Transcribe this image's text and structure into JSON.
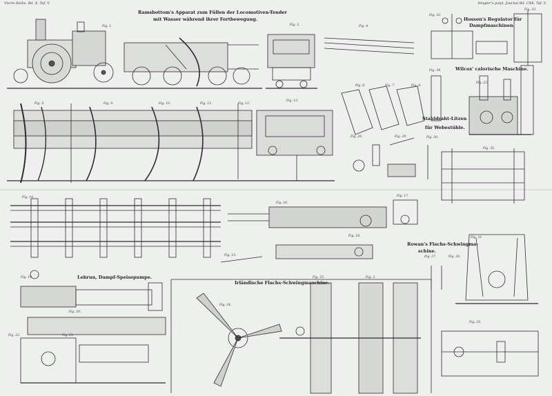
{
  "header": {
    "left": "Vierte Reihe. Bd. X. Taf. V.",
    "right": "Dingler's polyt. Journal Bd. CXX. Taf. V."
  },
  "titles": {
    "ramsbottom_line1": "Ramsbottom's Apparat zum Füllen der Locomotiven-Tender",
    "ramsbottom_line2": "mit Wasser während ihrer Fortbewegung.",
    "hosson_line1": "Hosson's Regulator für",
    "hosson_line2": "Dampfmaschinen.",
    "wilcox": "Wilcox' calorische Maschine.",
    "stahldraht_line1": "Stahldraht-Litzen",
    "stahldraht_line2": "für Webestühle.",
    "rowan_line1": "Rowan's Flachs-Schwingma-",
    "rowan_line2": "schine.",
    "lehrun": "Lehrun, Dampf-Speisepumpe.",
    "irland": "Irländische Flachs-Schwingmaschine."
  },
  "figures": {
    "f1": "Fig. 1.",
    "f2": "Fig. 2.",
    "f3": "Fig. 3.",
    "f4": "Fig. 4.",
    "f5": "Fig. 5.",
    "f6": "Fig. 6.",
    "f7": "Fig. 7.",
    "f8": "Fig. 8.",
    "f9": "Fig. 9.",
    "f10": "Fig. 10.",
    "f11": "Fig. 11.",
    "f12": "Fig. 12.",
    "f13": "Fig. 13.",
    "f14": "Fig. 14.",
    "f15": "Fig. 15.",
    "f16": "Fig. 16.",
    "f17": "Fig. 17.",
    "f18": "Fig. 18.",
    "f19": "Fig. 19.",
    "f20": "Fig. 20.",
    "f21": "Fig. 21.",
    "f22": "Fig. 22.",
    "f23": "Fig. 23.",
    "f24": "Fig. 24.",
    "f25": "Fig. 25.",
    "f26": "Fig. 26.",
    "f27": "Fig. 27.",
    "f28": "Fig. 28.",
    "f29": "Fig. 29.",
    "f30": "Fig. 30.",
    "f31": "Fig. 31.",
    "f32": "Fig. 32.",
    "f33": "Fig. 33.",
    "f34": "Fig. 34.",
    "f35": "Fig. 35."
  }
}
